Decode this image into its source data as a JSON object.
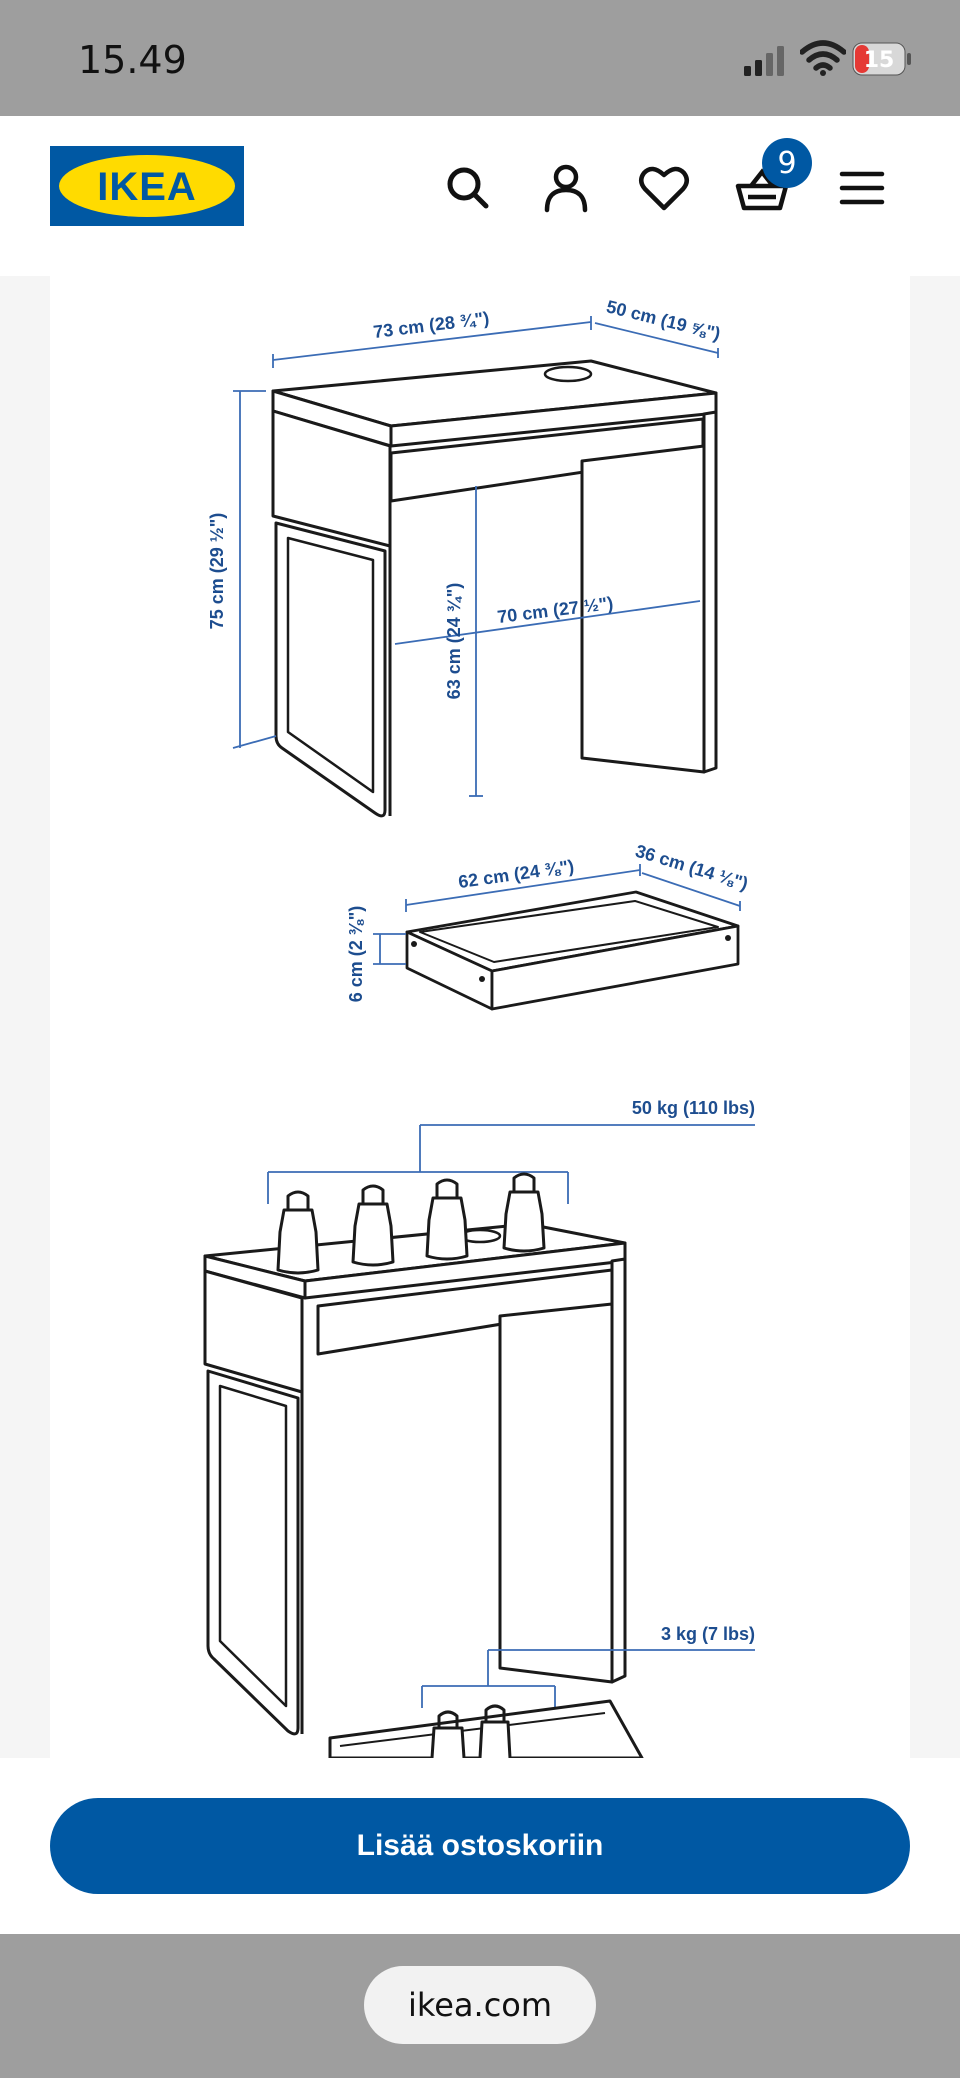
{
  "status_bar": {
    "time": "15.49",
    "battery": "15"
  },
  "header": {
    "logo_text": "IKEA",
    "cart_count": "9",
    "colors": {
      "brand_blue": "#0058a3",
      "logo_blue": "#0058a3",
      "logo_yellow": "#ffdb00"
    }
  },
  "image": {
    "dimensions": {
      "desk_width": "73 cm (28 ¾\")",
      "desk_depth": "50 cm (19 ⅝\")",
      "desk_height": "75 cm (29 ½\")",
      "knee_height": "63 cm (24 ¾\")",
      "inner_width": "70 cm (27 ½\")",
      "drawer_width": "62 cm (24 ⅜\")",
      "drawer_depth": "36 cm (14 ⅛\")",
      "drawer_height": "6 cm (2 ⅜\")",
      "top_max_load": "50 kg (110 lbs)",
      "drawer_max_load": "3 kg (7 lbs)"
    }
  },
  "actions": {
    "add_to_cart": "Lisää ostoskoriin"
  },
  "browser": {
    "url": "ikea.com"
  }
}
